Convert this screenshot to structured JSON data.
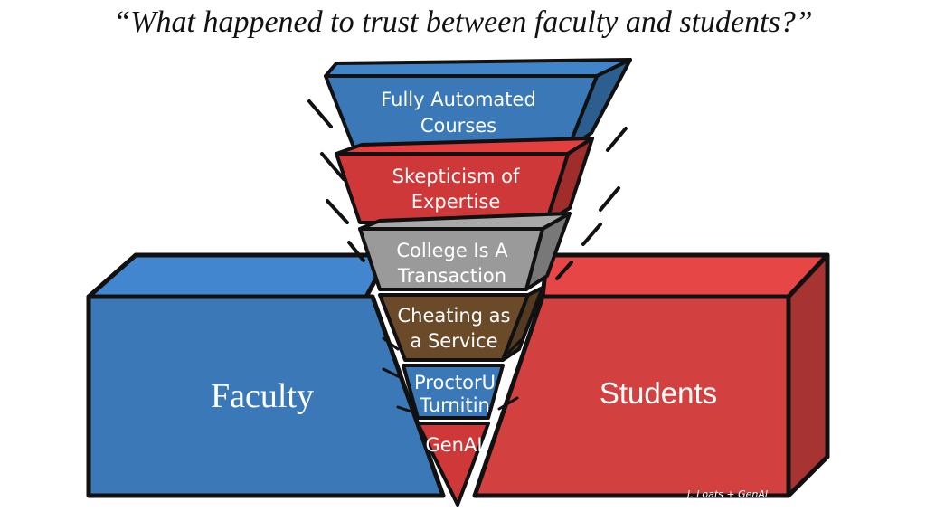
{
  "title": "“What happened to trust between faculty and students?”",
  "blocks": {
    "faculty": {
      "label": "Faculty",
      "color": "#3a78b8"
    },
    "students": {
      "label": "Students",
      "color": "#d24040"
    }
  },
  "layers": [
    {
      "line1": "Fully Automated",
      "line2": "Courses",
      "color": "#3a78b8"
    },
    {
      "line1": "Skepticism of",
      "line2": "Expertise",
      "color": "#cf3838"
    },
    {
      "line1": "College Is A",
      "line2": "Transaction",
      "color": "#9a9a9a"
    },
    {
      "line1": "Cheating as",
      "line2": "a Service",
      "color": "#6b4a2a"
    },
    {
      "line1": "ProctorU",
      "line2": "Turnitin",
      "color": "#3a78b8"
    },
    {
      "line1": "GenAI",
      "line2": "",
      "color": "#cf3838"
    }
  ],
  "credit": "J. Loats + GenAI"
}
